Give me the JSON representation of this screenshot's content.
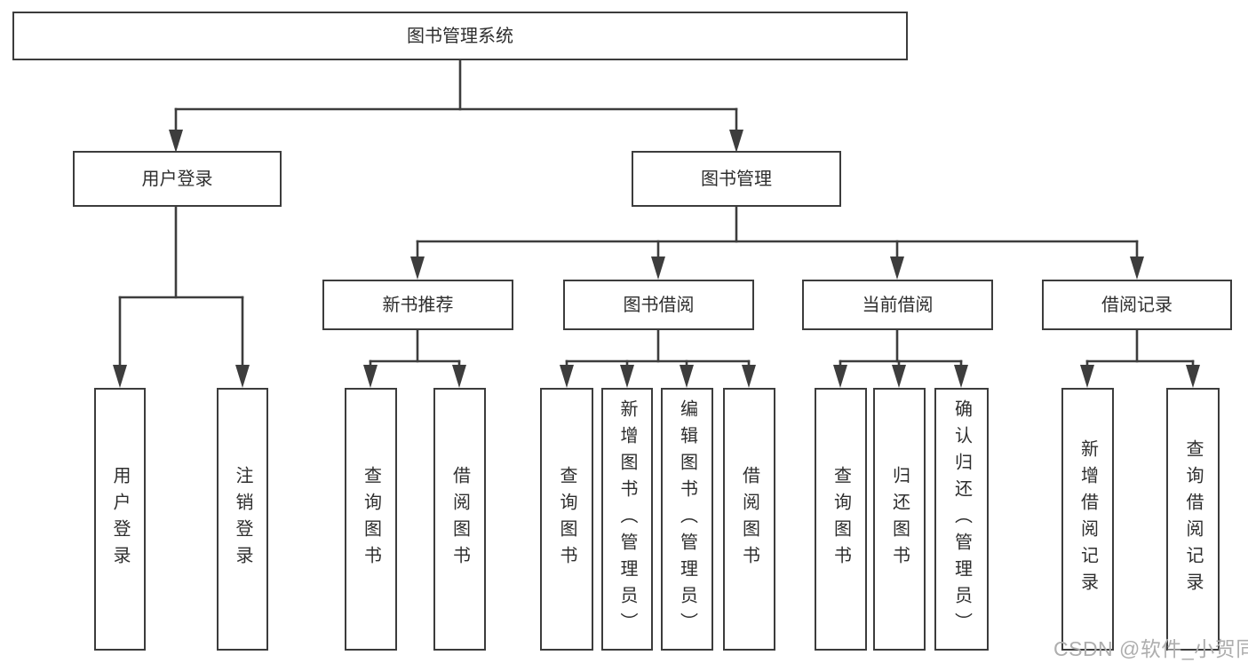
{
  "diagram": {
    "root": {
      "label": "图书管理系统"
    },
    "level2": {
      "user_login": {
        "label": "用户登录"
      },
      "book_management": {
        "label": "图书管理"
      }
    },
    "level3": {
      "new_book_recommend": {
        "label": "新书推荐"
      },
      "book_borrowing": {
        "label": "图书借阅"
      },
      "current_borrowing": {
        "label": "当前借阅"
      },
      "borrowing_records": {
        "label": "借阅记录"
      }
    },
    "leaves": {
      "login_user_login": {
        "label": "用户登录"
      },
      "login_logout": {
        "label": "注销登录"
      },
      "recommend_query_books": {
        "label": "查询图书"
      },
      "recommend_borrow_books": {
        "label": "借阅图书"
      },
      "borrowing_query_books": {
        "label": "查询图书"
      },
      "borrowing_add_books_admin": {
        "label": "新增图书（管理员）"
      },
      "borrowing_edit_books_admin": {
        "label": "编辑图书（管理员）"
      },
      "borrowing_borrow_books": {
        "label": "借阅图书"
      },
      "current_query_books": {
        "label": "查询图书"
      },
      "current_return_books": {
        "label": "归还图书"
      },
      "current_confirm_return_admin": {
        "label": "确认归还（管理员）"
      },
      "records_add_record": {
        "label": "新增借阅记录"
      },
      "records_query_record": {
        "label": "查询借阅记录"
      }
    }
  },
  "watermark": "CSDN @软件_小贺同学",
  "colors": {
    "line": "#3d3d3d",
    "box_border": "#3c3c3c",
    "text": "#2e2e2e",
    "background": "#ffffff",
    "watermark": "#aeaeae"
  }
}
